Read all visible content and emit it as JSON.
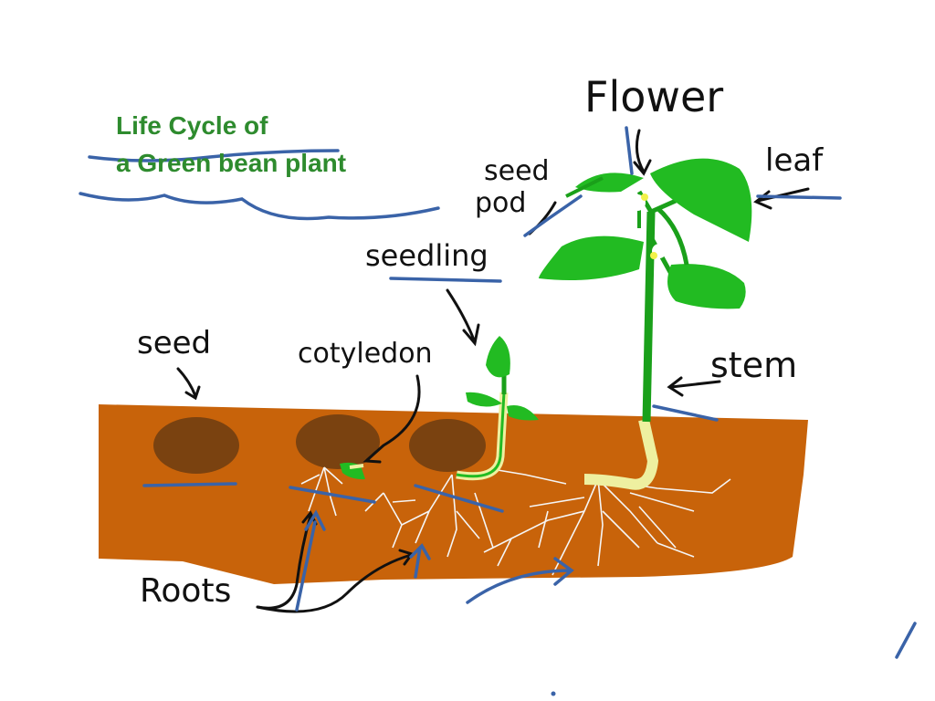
{
  "title": {
    "line1": "Life Cycle of",
    "line2": "a Green bean plant"
  },
  "labels": {
    "flower": "Flower",
    "leaf": "leaf",
    "seed_pod_line1": "seed",
    "seed_pod_line2": "pod",
    "seedling": "seedling",
    "seed": "seed",
    "cotyledon": "cotyledon",
    "stem": "stem",
    "roots": "Roots"
  },
  "colors": {
    "title": "#2e8b2e",
    "soil": "#c8630a",
    "seed": "#7a4210",
    "leaf": "#22bb22",
    "stem": "#1aa01a",
    "pale_stem": "#eef0a0",
    "pen_blue": "#3a63a8",
    "ink": "#111111"
  }
}
